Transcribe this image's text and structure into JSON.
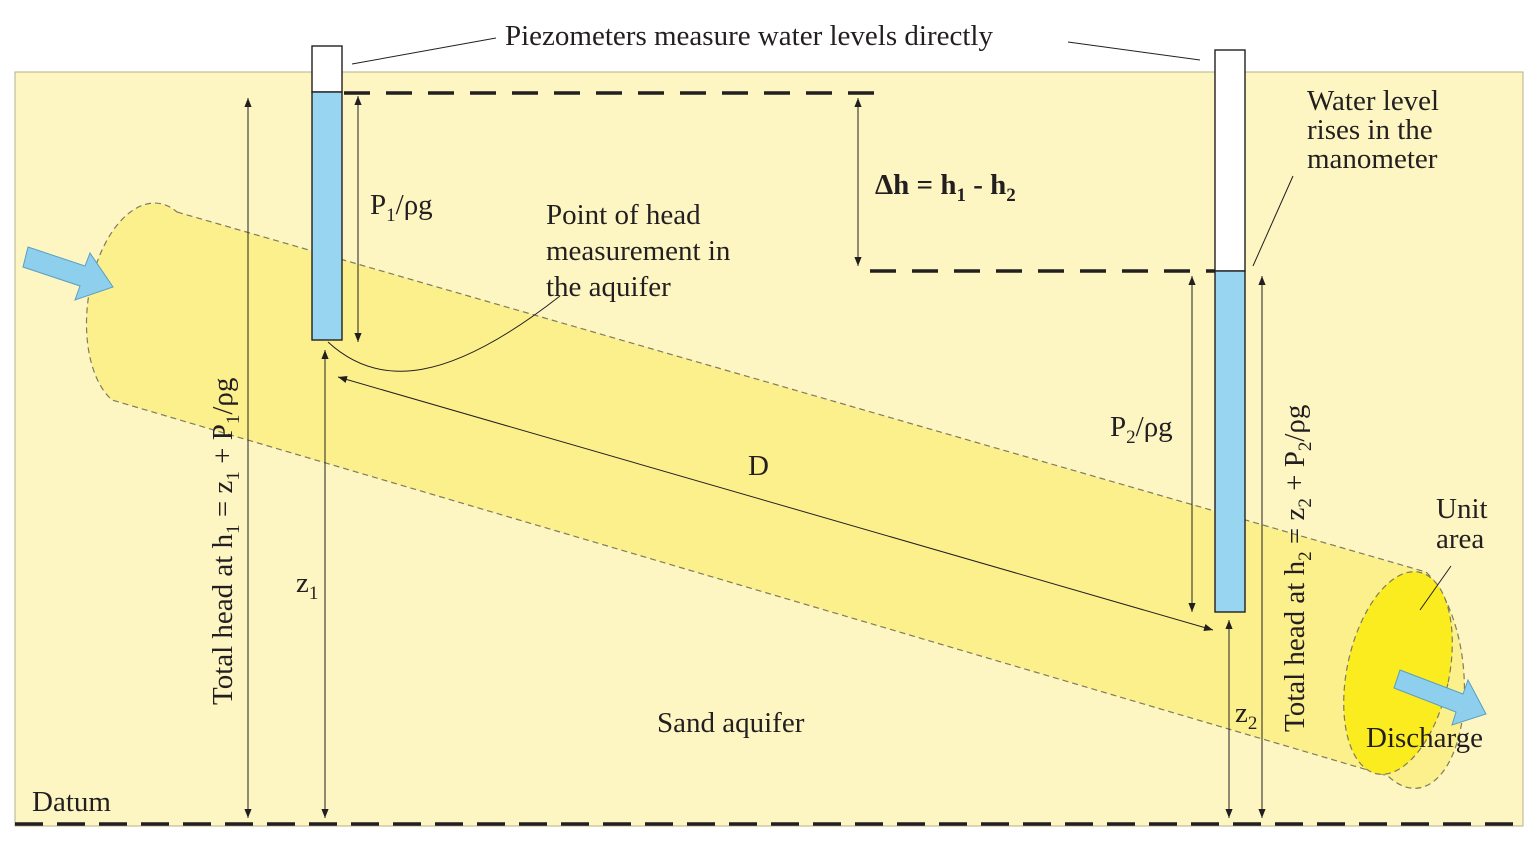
{
  "labels": {
    "piezometers": "Piezometers measure water levels directly",
    "water_level_l1": "Water level",
    "water_level_l2": "rises in the",
    "water_level_l3": "manometer",
    "point_l1": "Point of head",
    "point_l2": "measurement in",
    "point_l3": "the aquifer",
    "delta_h": {
      "a": "Δh = h",
      "s1": "1",
      "b": " - h",
      "s2": "2"
    },
    "p1": {
      "a": "P",
      "s": "1",
      "b": "/ρg"
    },
    "p2": {
      "a": "P",
      "s": "2",
      "b": "/ρg"
    },
    "total_head_1": {
      "a": "Total head at h",
      "s1": "1",
      "b": " = z",
      "s2": "1",
      "c": " + P",
      "s3": "1",
      "d": "/ρg"
    },
    "total_head_2": {
      "a": "Total head at h",
      "s1": "2",
      "b": " = z",
      "s2": "2",
      "c": " + P",
      "s3": "2",
      "d": "/ρg"
    },
    "z1": {
      "a": "z",
      "s": "1"
    },
    "z2": {
      "a": "z",
      "s": "2"
    },
    "distance": "D",
    "sand_aquifer": "Sand aquifer",
    "datum": "Datum",
    "unit_area_l1": "Unit",
    "unit_area_l2": "area",
    "discharge": "Discharge"
  },
  "colors": {
    "background": "#fdf6c3",
    "aquifer": "#fcf08d",
    "unit_area": "#fbec1f",
    "water": "#97d5f1",
    "arrow_fill": "#8ecfee",
    "line": "#231f20"
  }
}
